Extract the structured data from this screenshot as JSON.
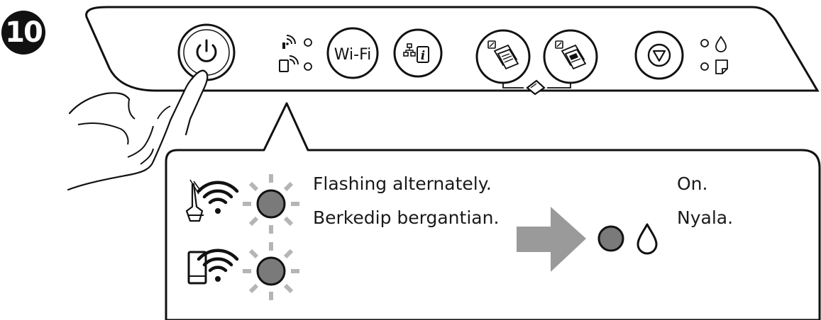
{
  "step": {
    "number": "10"
  },
  "panel": {
    "buttons": {
      "wifi_label": "Wi-Fi"
    }
  },
  "callout": {
    "flash_en": "Flashing alternately.",
    "flash_id": "Berkedip bergantian.",
    "on_en": "On.",
    "on_id": "Nyala."
  },
  "colors": {
    "line": "#111111",
    "lamp_gray": "#7a7a7a",
    "ray_gray": "#b5b5b5",
    "arrow_gray": "#9a9a9a"
  },
  "icons": [
    "power-icon",
    "wifi-icon",
    "network-status-icon",
    "copy-bw-icon",
    "copy-color-icon",
    "stop-icon",
    "ink-drop-icon",
    "paper-icon",
    "hand-icon",
    "arrow-right-icon"
  ]
}
